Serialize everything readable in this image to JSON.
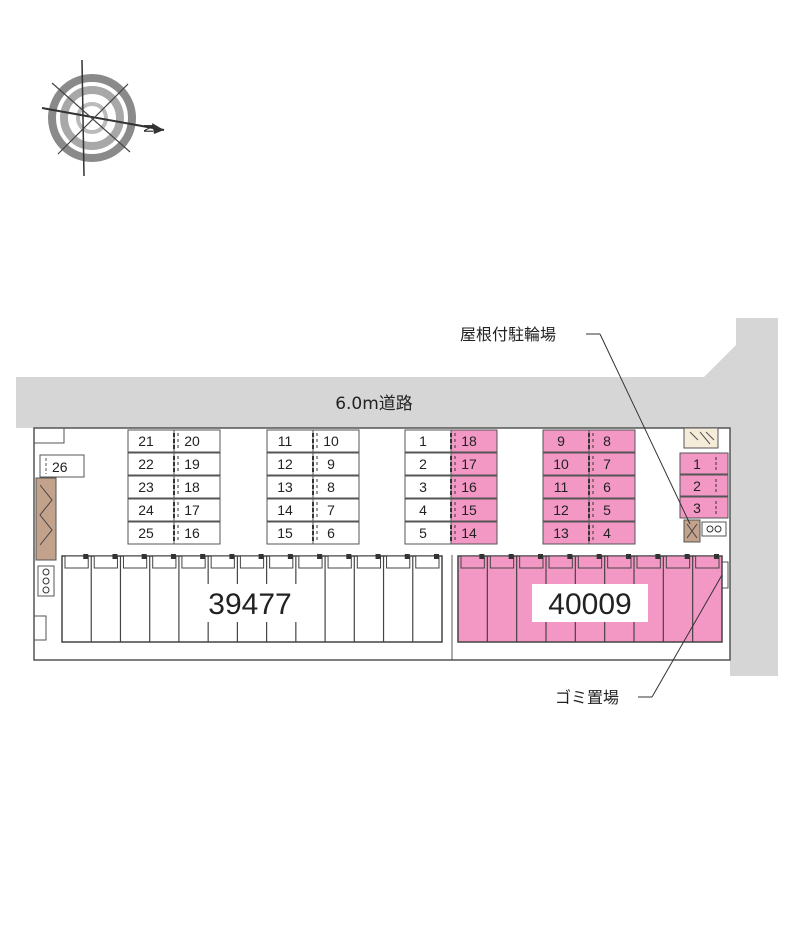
{
  "road_label": "6.0m道路",
  "callouts": {
    "bicycle_shelter": "屋根付駐輪場",
    "garbage_area": "ゴミ置場"
  },
  "compass": {
    "north_label": "N"
  },
  "buildings": [
    {
      "id": "39477",
      "label": "39477",
      "highlighted": false
    },
    {
      "id": "40009",
      "label": "40009",
      "highlighted": true
    }
  ],
  "parking_blocks": [
    {
      "left": [
        "21",
        "22",
        "23",
        "24",
        "25"
      ],
      "right": [
        "20",
        "19",
        "18",
        "17",
        "16"
      ],
      "highlight_left": false,
      "highlight_right": false
    },
    {
      "left": [
        "11",
        "12",
        "13",
        "14",
        "15"
      ],
      "right": [
        "10",
        "9",
        "8",
        "7",
        "6"
      ],
      "highlight_left": false,
      "highlight_right": false
    },
    {
      "left": [
        "1",
        "2",
        "3",
        "4",
        "5"
      ],
      "right": [
        "18",
        "17",
        "16",
        "15",
        "14"
      ],
      "highlight_left": false,
      "highlight_right": true
    },
    {
      "left": [
        "9",
        "10",
        "11",
        "12",
        "13"
      ],
      "right": [
        "8",
        "7",
        "6",
        "5",
        "4"
      ],
      "highlight_left": true,
      "highlight_right": true
    }
  ],
  "side_spaces": [
    "1",
    "2",
    "3"
  ],
  "corner_space": "26",
  "colors": {
    "highlight": "#f398c5",
    "road": "#d6d6d6",
    "outline": "#555555",
    "bike_area": "#c3a28c"
  }
}
